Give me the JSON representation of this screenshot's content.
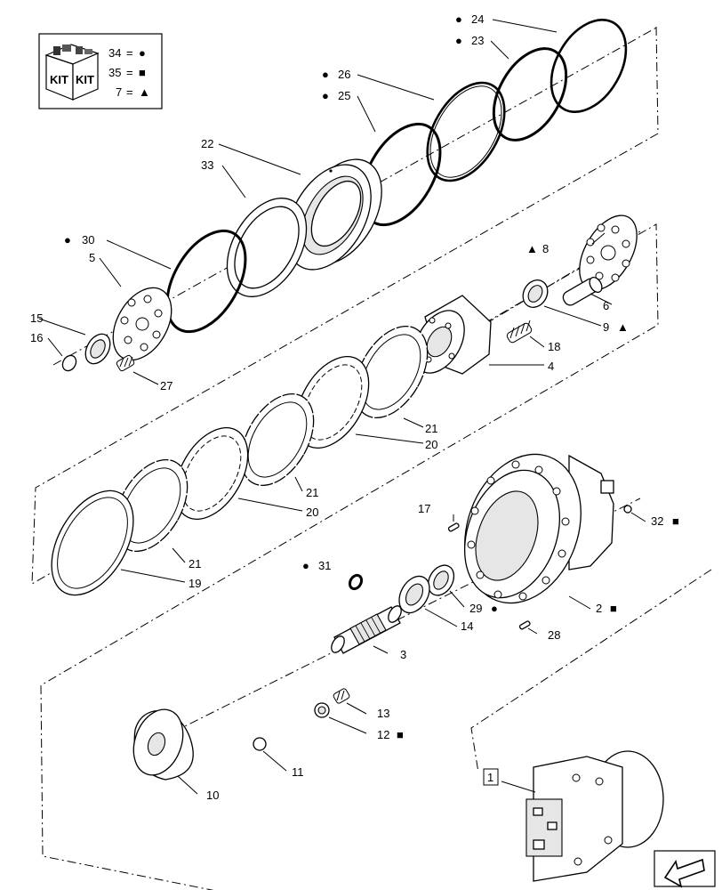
{
  "legend": {
    "kit_icon_text_left": "KIT",
    "kit_icon_text_right": "KIT",
    "rows": [
      {
        "number": "34",
        "symbol": "●"
      },
      {
        "number": "35",
        "symbol": "■"
      },
      {
        "number": "7",
        "symbol": "▲"
      }
    ],
    "equals": "="
  },
  "callouts": {
    "p1": "1",
    "p2": "2",
    "p3": "3",
    "p4": "4",
    "p5": "5",
    "p6": "6",
    "p8": "8",
    "p9": "9",
    "p10": "10",
    "p11": "11",
    "p12": "12",
    "p13": "13",
    "p14": "14",
    "p15": "15",
    "p16": "16",
    "p17": "17",
    "p18": "18",
    "p19": "19",
    "p20a": "20",
    "p20b": "20",
    "p21a": "21",
    "p21b": "21",
    "p21c": "21",
    "p22": "22",
    "p23": "23",
    "p24": "24",
    "p25": "25",
    "p26": "26",
    "p27": "27",
    "p28": "28",
    "p29": "29",
    "p30": "30",
    "p31": "31",
    "p32": "32",
    "p33": "33"
  },
  "symbols": {
    "circle": "●",
    "square": "■",
    "triangle": "▲"
  },
  "nav": {
    "arrow_label": "next-page"
  }
}
